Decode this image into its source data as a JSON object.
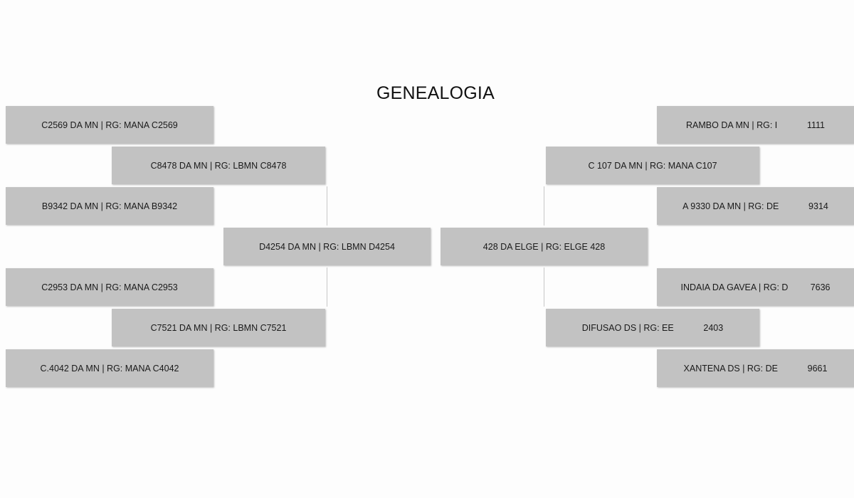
{
  "title": "GENEALOGIA",
  "left": {
    "paternal_grandsire": "C2569 DA MN | RG: MANA C2569",
    "sire": "C8478 DA MN | RG: LBMN C8478",
    "paternal_granddam": "B9342 DA MN | RG: MANA B9342",
    "subject": "D4254 DA MN | RG: LBMN D4254",
    "maternal_grandsire": "C2953 DA MN | RG: MANA C2953",
    "dam": "C7521 DA MN | RG: LBMN C7521",
    "maternal_granddam": "C.4042 DA MN | RG: MANA C4042"
  },
  "right": {
    "paternal_grandsire": "RAMBO DA MN | RG: I            1111",
    "sire": "C 107 DA MN | RG: MANA C107",
    "paternal_granddam": "A 9330 DA MN | RG: DE            9314",
    "subject": "428 DA ELGE | RG: ELGE 428",
    "maternal_grandsire": "INDAIA DA GAVEA | RG: D         7636",
    "dam": "DIFUSAO DS | RG: EE            2403",
    "maternal_granddam": "XANTENA DS | RG: DE            9661"
  }
}
